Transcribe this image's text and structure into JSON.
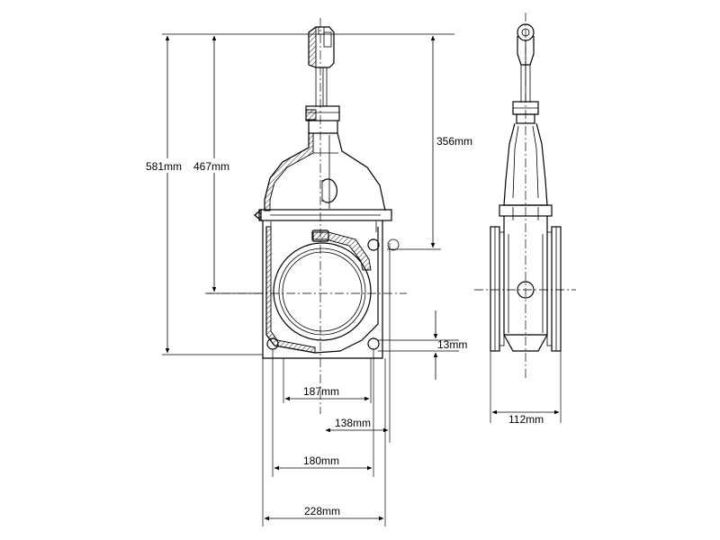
{
  "dimensions": {
    "overall_height": "581mm",
    "centre_to_top": "467mm",
    "stem_above_top": "356mm",
    "flange_thickness": "13mm",
    "bolt_circle": "187mm",
    "half_width": "138mm",
    "bore_span": "180mm",
    "flange_width": "228mm",
    "face_to_face": "112mm"
  }
}
